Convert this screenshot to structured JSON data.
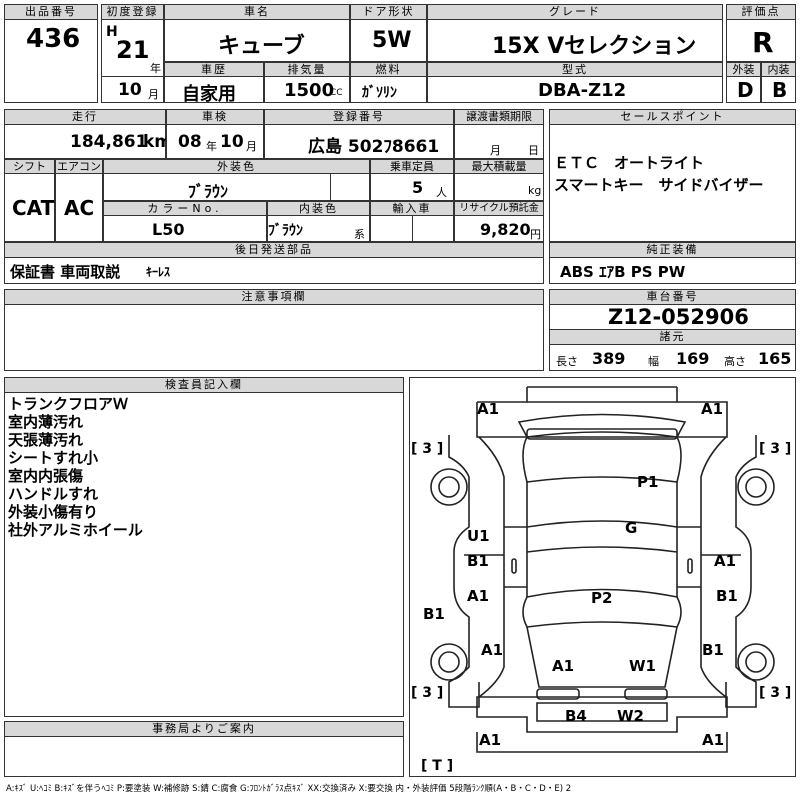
{
  "lot": {
    "label": "出品番号",
    "value": "436"
  },
  "first_reg": {
    "label": "初度登録",
    "era": "H",
    "year": "21",
    "year_unit": "年",
    "month": "10",
    "month_unit": "月"
  },
  "car_name": {
    "label": "車名",
    "value": "キューブ"
  },
  "door": {
    "label": "ドア形状",
    "value": "5W"
  },
  "grade": {
    "label": "グレード",
    "value": "15X Vセレクション"
  },
  "score": {
    "label": "評価点",
    "value": "R"
  },
  "history": {
    "label": "車歴",
    "value": "自家用"
  },
  "displacement": {
    "label": "排気量",
    "value": "1500",
    "unit": "CC"
  },
  "fuel": {
    "label": "燃料",
    "value": "ｶﾞｿﾘﾝ"
  },
  "model": {
    "label": "型式",
    "value": "DBA-Z12"
  },
  "exterior_grade": {
    "label": "外装",
    "value": "D"
  },
  "interior_grade": {
    "label": "内装",
    "value": "B"
  },
  "mileage": {
    "label": "走行",
    "value": "184,861",
    "unit": "km"
  },
  "inspection": {
    "label": "車検",
    "year": "08",
    "year_unit": "年",
    "month": "10",
    "month_unit": "月"
  },
  "plate": {
    "label": "登録番号",
    "value": "広島 502ﾌ8661"
  },
  "transfer": {
    "label": "譲渡書類期限",
    "month_unit": "月",
    "day_unit": "日"
  },
  "sales_point": {
    "label": "セールスポイント",
    "lines": [
      "ＥＴＣ　オートライト",
      "スマートキー　サイドバイザー"
    ]
  },
  "shift": {
    "label": "シフト",
    "value": "CAT"
  },
  "aircon": {
    "label": "エアコン",
    "value": "AC"
  },
  "exterior_color": {
    "label": "外装色",
    "value": "ﾌﾞﾗｳﾝ"
  },
  "capacity": {
    "label": "乗車定員",
    "value": "5",
    "unit": "人"
  },
  "max_load": {
    "label": "最大積載量",
    "unit": "kg"
  },
  "color_no": {
    "label": "カラーNo.",
    "value": "L50"
  },
  "interior_color": {
    "label": "内装色",
    "value": "ﾌﾞﾗｳﾝ",
    "suffix": "系"
  },
  "import": {
    "label": "輸入車"
  },
  "recycle": {
    "label": "リサイクル預託金",
    "value": "9,820",
    "unit": "円"
  },
  "after_parts": {
    "label": "後日発送部品",
    "value_bold": "保証書 車両取説",
    "value_small": "ｷｰﾚｽ"
  },
  "genuine_equip": {
    "label": "純正装備",
    "value": "ABS ｴｱB PS PW"
  },
  "notes": {
    "label": "注意事項欄"
  },
  "chassis_no": {
    "label": "車台番号",
    "value": "Z12-052906"
  },
  "specs": {
    "label": "諸元",
    "length_label": "長さ",
    "length": "389",
    "width_label": "幅",
    "width": "169",
    "height_label": "高さ",
    "height": "165"
  },
  "inspector": {
    "label": "検査員記入欄",
    "lines": [
      "トランクフロアＷ",
      "室内薄汚れ",
      "天張薄汚れ",
      "シートすれ小",
      "室内内張傷",
      "ハンドルすれ",
      "外装小傷有り",
      "社外アルミホイール"
    ]
  },
  "office": {
    "label": "事務局よりご案内"
  },
  "diagram": {
    "marks": [
      "A1",
      "A1",
      "P1",
      "G",
      "U1",
      "B1",
      "A1",
      "A1",
      "P2",
      "B1",
      "B1",
      "A1",
      "B1",
      "A1",
      "W1",
      "B4",
      "W2",
      "A1",
      "A1"
    ],
    "brackets": [
      "[ 3 ]",
      "[ 3 ]",
      "[ 3 ]",
      "[ 3 ]",
      "[ T ]"
    ]
  },
  "legend": "A:ｷｽﾞ U:ﾍｺﾐ B:ｷｽﾞを伴うﾍｺﾐ P:要塗装 W:補修跡 S:錆 C:腐食 G:ﾌﾛﾝﾄｶﾞﾗｽ点ｷｽﾞ XX:交換済み X:要交換 内・外装評価 5段階ﾗﾝｸ順(A・B・C・D・E) 2"
}
